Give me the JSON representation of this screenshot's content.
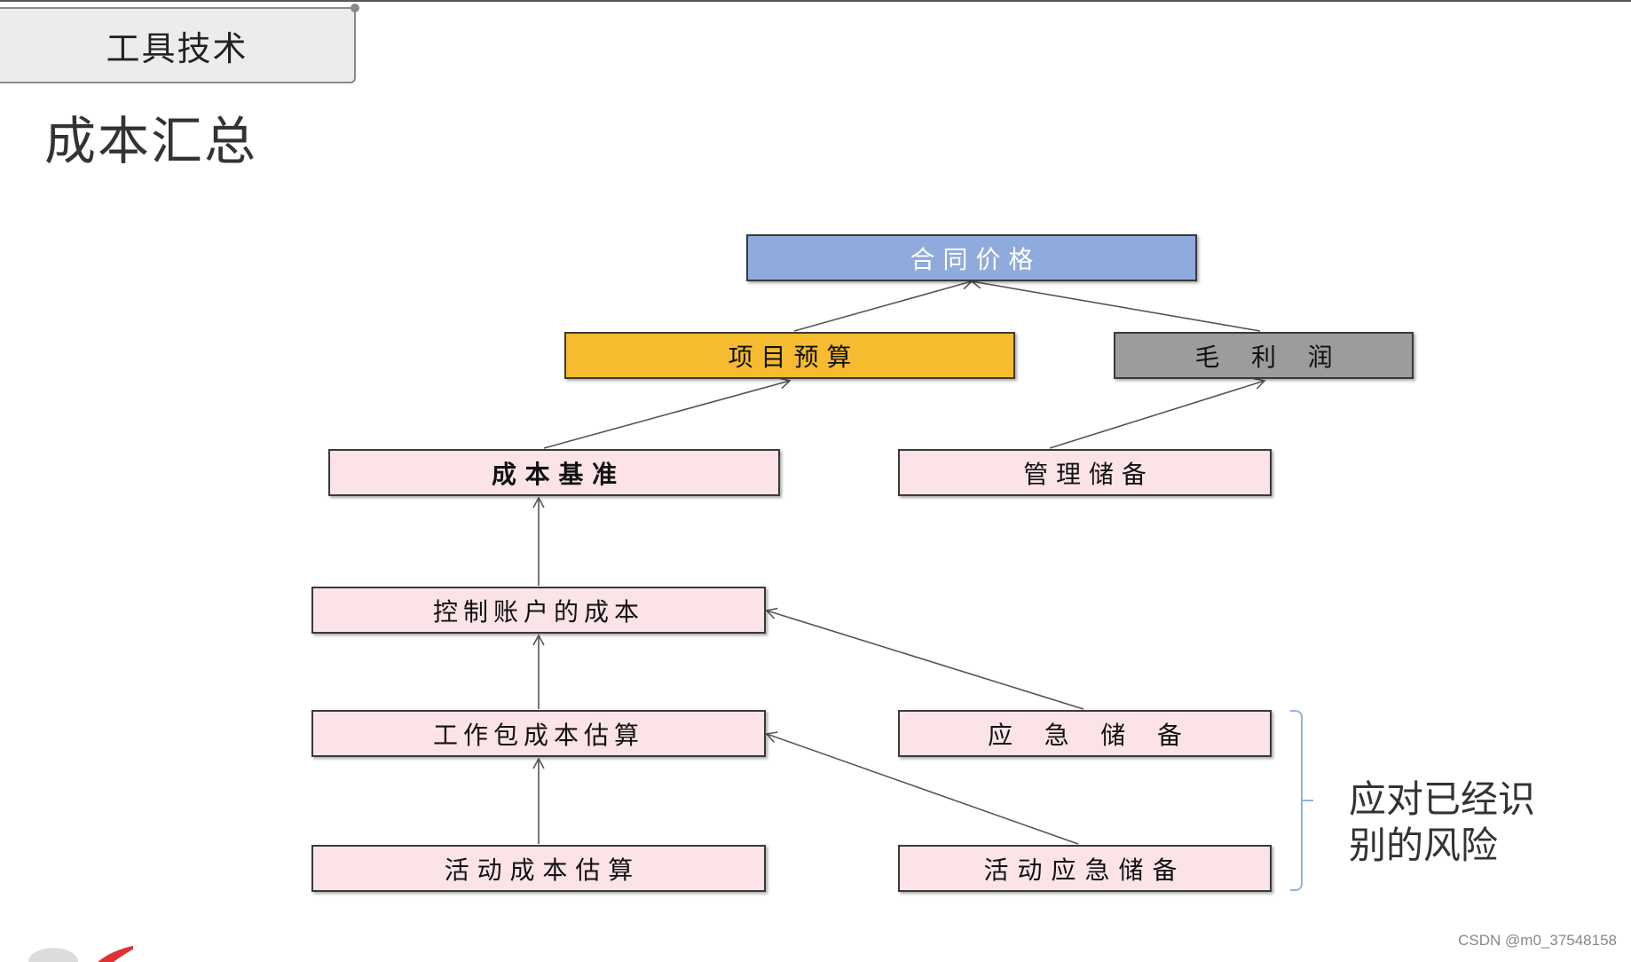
{
  "tab": {
    "label": "工具技术"
  },
  "page": {
    "title": "成本汇总"
  },
  "diagram": {
    "nodes": {
      "contract_price": "合 同 价 格",
      "project_budget": "项 目 预 算",
      "gross_profit": "毛    利    润",
      "cost_baseline": "成 本 基 准",
      "management_reserve": "管 理 储 备",
      "control_account_cost": "控制账户的成本",
      "work_package_estimate": "工作包成本估算",
      "contingency_reserve": "应    急    储    备",
      "activity_cost_estimate": "活 动 成 本 估 算",
      "activity_contingency_reserve": "活动应急储备"
    },
    "note": "应对已经识别的风险",
    "colors": {
      "top": "#8faadc",
      "budget": "#f6bb2f",
      "profit": "#9c9c9c",
      "detail": "#fbe3e8"
    }
  },
  "footer": {
    "watermark": "CSDN @m0_37548158"
  }
}
